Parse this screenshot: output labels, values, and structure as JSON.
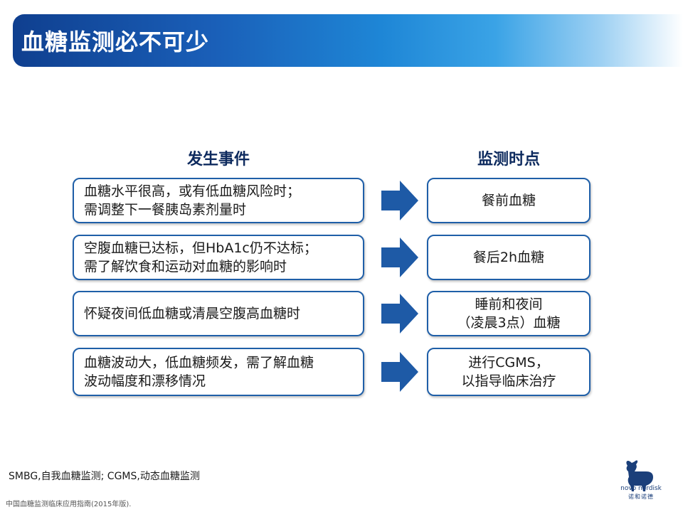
{
  "title": "血糖监测必不可少",
  "columns": {
    "left_header": "发生事件",
    "right_header": "监测时点"
  },
  "rows": [
    {
      "event": "血糖水平很高，或有低血糖风险时；\n需调整下一餐胰岛素剂量时",
      "timing": "餐前血糖"
    },
    {
      "event": "空腹血糖已达标，但HbA1c仍不达标；\n需了解饮食和运动对血糖的影响时",
      "timing": "餐后2h血糖"
    },
    {
      "event": "怀疑夜间低血糖或清晨空腹高血糖时",
      "timing": "睡前和夜间\n（凌晨3点）血糖"
    },
    {
      "event": "血糖波动大，低血糖频发，需了解血糖\n波动幅度和漂移情况",
      "timing": "进行CGMS，\n以指导临床治疗"
    }
  ],
  "footnote": "SMBG,自我血糖监测; CGMS,动态血糖监测",
  "reference": "中国血糖监测临床应用指南(2015年版).",
  "logo": {
    "text": "novo nordisk",
    "text_cn": "诺和诺德",
    "icon": "bull-logo-icon"
  },
  "colors": {
    "accent": "#1f5fa8",
    "title_dark": "#0f3f8f",
    "arrow": "#1e5aa6"
  }
}
